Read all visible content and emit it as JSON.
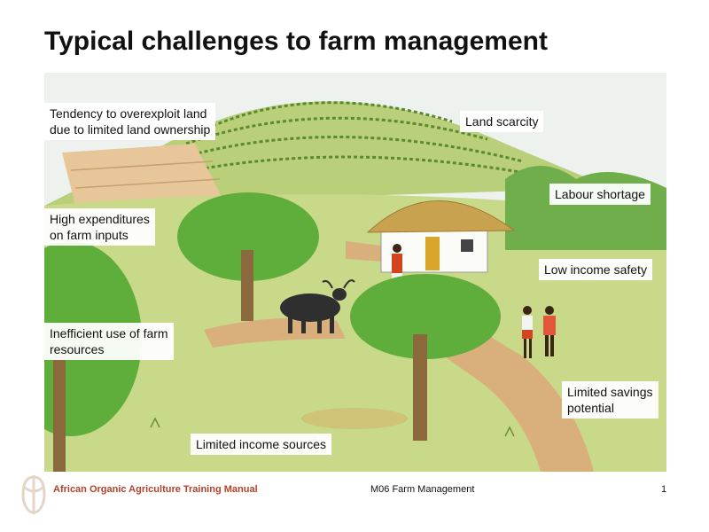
{
  "slide": {
    "title": "Typical challenges to farm management"
  },
  "callouts": [
    {
      "name": "callout-overexploit-land",
      "text": "Tendency to overexploit land\ndue to limited land ownership"
    },
    {
      "name": "callout-land-scarcity",
      "text": "Land scarcity"
    },
    {
      "name": "callout-labour-shortage",
      "text": "Labour shortage"
    },
    {
      "name": "callout-high-expenditures",
      "text": "High expenditures\non farm inputs"
    },
    {
      "name": "callout-low-income-safety",
      "text": "Low income safety"
    },
    {
      "name": "callout-inefficient-resources",
      "text": "Inefficient use of farm\nresources"
    },
    {
      "name": "callout-limited-savings",
      "text": "Limited savings\npotential"
    },
    {
      "name": "callout-limited-income-sources",
      "text": "Limited income sources"
    }
  ],
  "footer": {
    "manual": "African Organic Agriculture Training Manual",
    "module": "M06 Farm Management",
    "page_number": "1"
  },
  "colors": {
    "footer_accent": "#b5402a",
    "sky": "#eef2ef",
    "grass": "#c9d98a",
    "tree": "#5fae3c",
    "path": "#d49a6a",
    "roof": "#c8a24e"
  }
}
